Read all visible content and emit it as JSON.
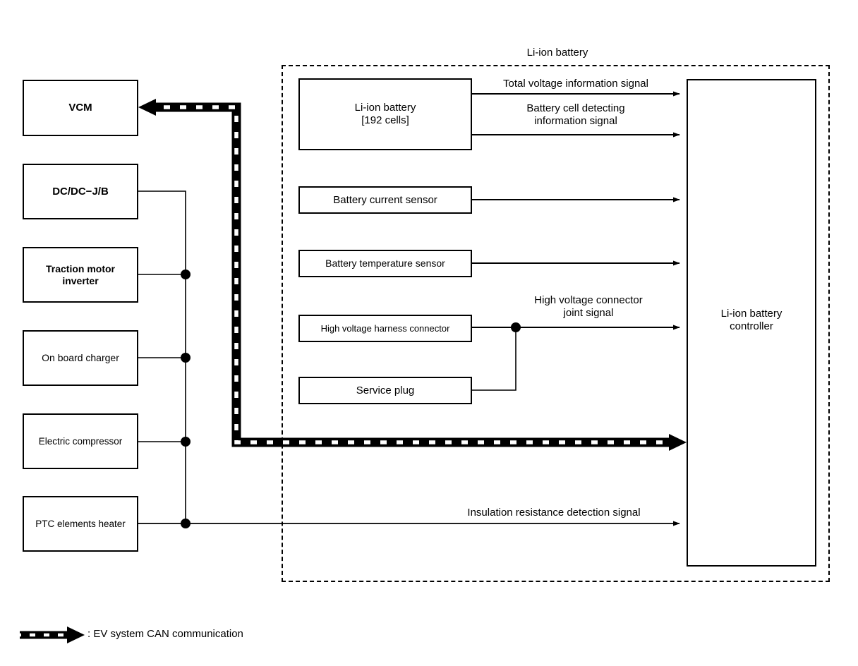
{
  "diagram": {
    "enclosure_label": "Li-ion battery",
    "left_blocks": [
      {
        "name": "vcm",
        "label": "VCM"
      },
      {
        "name": "dcdc-jb",
        "label": "DC/DC−J/B"
      },
      {
        "name": "traction-motor-inverter",
        "label": "Traction motor\ninverter"
      },
      {
        "name": "on-board-charger",
        "label": "On board charger"
      },
      {
        "name": "electric-compressor",
        "label": "Electric compressor"
      },
      {
        "name": "ptc-elements-heater",
        "label": "PTC elements heater"
      }
    ],
    "battery_blocks": [
      {
        "name": "li-ion-battery-cells",
        "label": "Li-ion battery\n[192 cells]"
      },
      {
        "name": "battery-current-sensor",
        "label": "Battery current sensor"
      },
      {
        "name": "battery-temperature-sensor",
        "label": "Battery temperature sensor"
      },
      {
        "name": "high-voltage-harness-connector",
        "label": "High voltage harness connector"
      },
      {
        "name": "service-plug",
        "label": "Service plug"
      }
    ],
    "controller": {
      "label": "Li-ion battery\ncontroller"
    },
    "signals": [
      {
        "name": "total-voltage-information-signal",
        "label": "Total voltage information signal"
      },
      {
        "name": "battery-cell-detecting-information-signal",
        "label": "Battery cell detecting\ninformation signal"
      },
      {
        "name": "high-voltage-connector-joint-signal",
        "label": "High voltage connector\njoint signal"
      },
      {
        "name": "insulation-resistance-detection-signal",
        "label": "Insulation resistance detection signal"
      }
    ],
    "legend": {
      "symbol": "can-bus-arrow-icon",
      "text": ": EV system CAN communication"
    },
    "colors": {
      "line": "#000000",
      "background": "#ffffff"
    }
  }
}
